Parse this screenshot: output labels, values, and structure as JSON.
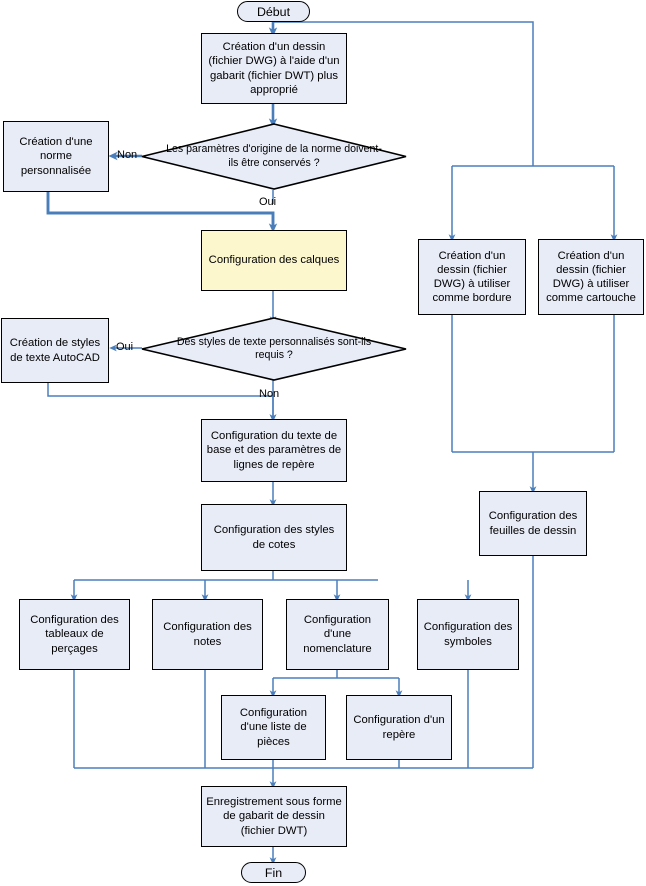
{
  "diagram": {
    "title": "Processus de creation de gabarit de dessin",
    "colors": {
      "node_fill": "#e8ecf7",
      "highlight_fill": "#fcf7cd",
      "node_stroke": "#000000",
      "connector": "#4a7ebb",
      "connector_thick": "#4a7ebb",
      "text": "#000000",
      "background": "#ffffff"
    }
  },
  "nodes": {
    "start": {
      "label": "Début",
      "shape": "terminator"
    },
    "create_drawing": {
      "label": "Création d'un dessin (fichier DWG) à l'aide d'un gabarit (fichier DWT) plus approprié",
      "shape": "process"
    },
    "decision_standard": {
      "label": "Les paramètres d'origine de la norme doivent-ils être conservés ?",
      "shape": "decision"
    },
    "custom_standard": {
      "label": "Création d'une norme personnalisée",
      "shape": "process"
    },
    "layers_config": {
      "label": "Configuration des calques",
      "shape": "process",
      "highlight": true
    },
    "decision_text_styles": {
      "label": "Des styles de texte personnalisés sont-ils requis ?",
      "shape": "decision"
    },
    "autocad_text_styles": {
      "label": "Création de styles de texte AutoCAD",
      "shape": "process"
    },
    "base_text_config": {
      "label": "Configuration du texte de base et des paramètres de lignes de repère",
      "shape": "process"
    },
    "dim_styles_config": {
      "label": "Configuration des styles de cotes",
      "shape": "process"
    },
    "hole_tables_config": {
      "label": "Configuration des tableaux de perçages",
      "shape": "process"
    },
    "notes_config": {
      "label": "Configuration des notes",
      "shape": "process"
    },
    "nomenclature_config": {
      "label": "Configuration d'une nomenclature",
      "shape": "process"
    },
    "symbols_config": {
      "label": "Configuration des symboles",
      "shape": "process"
    },
    "parts_list_config": {
      "label": "Configuration d'une liste de pièces",
      "shape": "process"
    },
    "balloon_config": {
      "label": "Configuration d'un repère",
      "shape": "process"
    },
    "border_drawing": {
      "label": "Création d'un dessin (fichier DWG) à utiliser comme bordure",
      "shape": "process"
    },
    "titleblock_drawing": {
      "label": "Création d'un dessin (fichier DWG) à utiliser comme cartouche",
      "shape": "process"
    },
    "sheets_config": {
      "label": "Configuration des feuilles de dessin",
      "shape": "process"
    },
    "save_template": {
      "label": "Enregistrement sous forme de gabarit de dessin (fichier DWT)",
      "shape": "process"
    },
    "end": {
      "label": "Fin",
      "shape": "terminator"
    }
  },
  "edge_labels": {
    "standard_no": "Non",
    "standard_yes": "Oui",
    "text_styles_yes": "Oui",
    "text_styles_no": "Non"
  }
}
